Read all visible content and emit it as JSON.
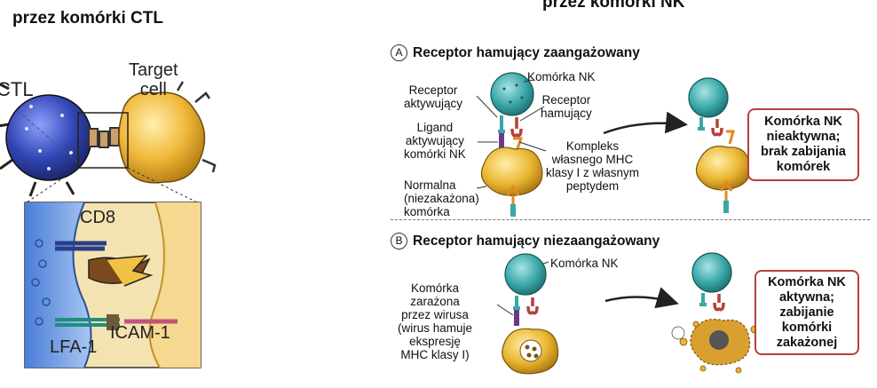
{
  "left": {
    "title": "przez komórki CTL",
    "ctl_label": "CTL",
    "target_label": "Target\ncell",
    "cd8_label": "CD8",
    "lfa_label": "LFA-1",
    "icam_label": "ICAM-1"
  },
  "right": {
    "title": "przez komórki NK",
    "panel_a": {
      "letter": "A",
      "heading": "Receptor hamujący zaangażowany",
      "nk_cell": "Komórka NK",
      "activating_receptor": "Receptor\naktywujący",
      "inhibitory_receptor": "Receptor\nhamujący",
      "ligand": "Ligand\naktywujący\nkomórki NK",
      "mhc_complex": "Kompleks\nwłasnego MHC\nklasy I z własnym\npeptydem",
      "normal_cell": "Normalna\n(niezakażona)\nkomórka",
      "result": "Komórka NK\nnieaktywna;\nbrak zabijania\nkomórek"
    },
    "panel_b": {
      "letter": "B",
      "heading": "Receptor hamujący niezaangażowany",
      "nk_cell": "Komórka NK",
      "infected_cell": "Komórka\nzarażona\nprzez wirusa\n(wirus hamuje\nekspresję\nMHC klasy I)",
      "result": "Komórka NK\naktywna;\nzabijanie\nkomórki\nzakażonej"
    }
  },
  "colors": {
    "nk_teal": "#3aa6a6",
    "target_yellow": "#e9b530",
    "ctl_blue": "#3a4fb0",
    "result_border": "#b5413a"
  }
}
